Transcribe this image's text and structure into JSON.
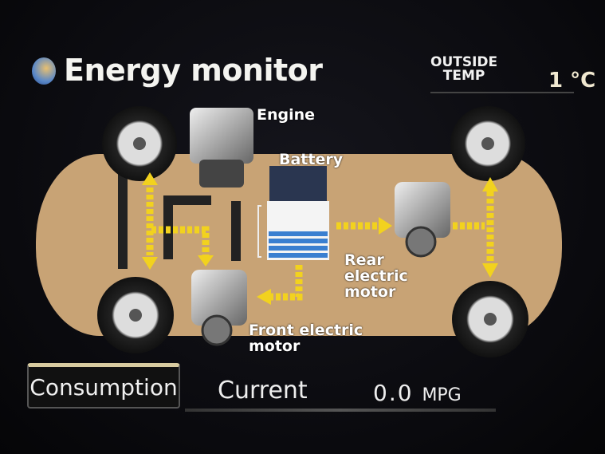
{
  "header": {
    "title": "Energy monitor",
    "outside_temp_label_line1": "OUTSIDE",
    "outside_temp_label_line2": "TEMP",
    "outside_temp_value": "1 °C"
  },
  "diagram": {
    "labels": {
      "engine": "Engine",
      "battery": "Battery",
      "rear_motor_line1": "Rear",
      "rear_motor_line2": "electric",
      "rear_motor_line3": "motor",
      "front_motor_line1": "Front electric",
      "front_motor_line2": "motor"
    },
    "battery_charge_fraction": 0.55,
    "colors": {
      "body": "#c8a375",
      "arrow": "#f2d21e",
      "battery": "#3a7fd0"
    }
  },
  "footer": {
    "consumption_button": "Consumption",
    "current_label": "Current",
    "mpg_value": "0.0",
    "mpg_unit": "MPG"
  }
}
